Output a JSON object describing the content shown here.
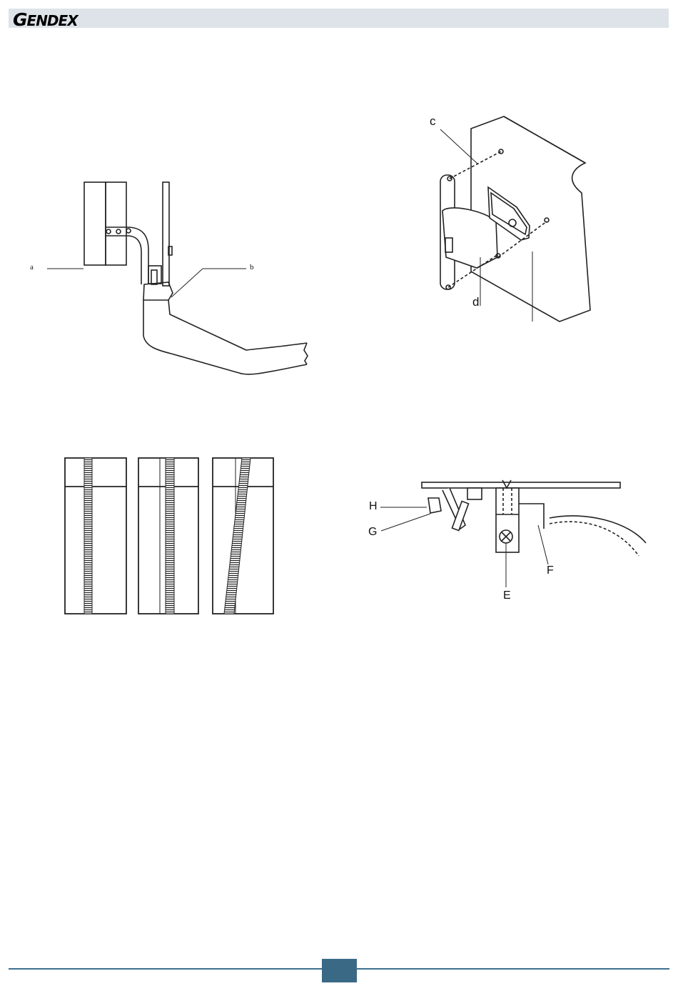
{
  "header": {
    "logo_initial": "G",
    "logo_rest": "ENDEX"
  },
  "figure1": {
    "label_a": "a",
    "label_b": "b"
  },
  "figure2": {
    "label_c": "c",
    "label_d": "d"
  },
  "figure4": {
    "label_H": "H",
    "label_G": "G",
    "label_E": "E",
    "label_F": "F"
  },
  "colors": {
    "header_bar": "#dde3e8",
    "footer_line": "#3d6f8e",
    "page_tab": "#3a6986"
  }
}
